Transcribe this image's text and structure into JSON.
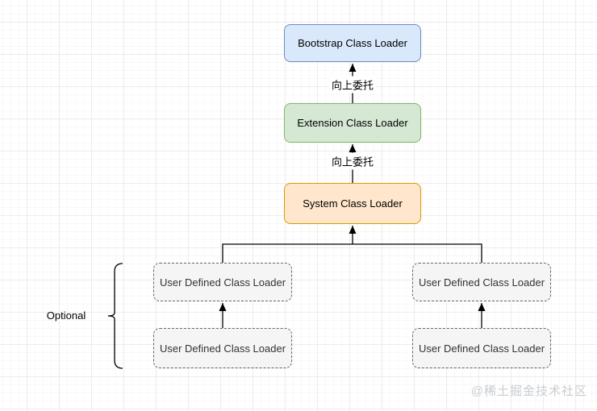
{
  "diagram": {
    "nodes": {
      "bootstrap": {
        "label": "Bootstrap Class Loader",
        "fill": "#dae8fc",
        "stroke": "#6c8ebf"
      },
      "extension": {
        "label": "Extension Class Loader",
        "fill": "#d5e8d4",
        "stroke": "#82b366"
      },
      "system": {
        "label": "System Class Loader",
        "fill": "#ffe6cc",
        "stroke": "#d79b00"
      },
      "user_left_top": {
        "label": "User Defined Class Loader",
        "fill": "#f5f5f5",
        "stroke": "#666666"
      },
      "user_left_bottom": {
        "label": "User Defined Class Loader",
        "fill": "#f5f5f5",
        "stroke": "#666666"
      },
      "user_right_top": {
        "label": "User Defined Class Loader",
        "fill": "#f5f5f5",
        "stroke": "#666666"
      },
      "user_right_bottom": {
        "label": "User Defined Class Loader",
        "fill": "#f5f5f5",
        "stroke": "#666666"
      }
    },
    "edge_labels": {
      "extension_to_bootstrap": "向上委托",
      "system_to_extension": "向上委托"
    },
    "annotations": {
      "optional": "Optional",
      "watermark": "@稀土掘金技术社区"
    },
    "colors": {
      "line": "#000000",
      "grid_major": "#ececec",
      "watermark": "#c9cdd1"
    }
  }
}
